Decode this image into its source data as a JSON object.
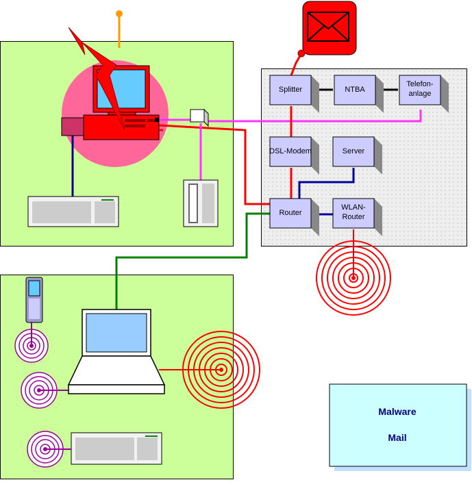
{
  "network_boxes": {
    "splitter": "Splitter",
    "ntba": "NTBA",
    "telefon_line1": "Telefon-",
    "telefon_line2": "anlage",
    "dsl_modem": "DSL-Modem",
    "server": "Server",
    "router": "Router",
    "wlan_line1": "WLAN-",
    "wlan_line2": "Router"
  },
  "legend": {
    "line1": "Malware",
    "line2": "Mail"
  },
  "colors": {
    "zone_green": "#ccff99",
    "server_room": "#eeeeee",
    "box_face": "#ccccff",
    "pink_circle": "#ff6699",
    "cable_red": "#ff0000",
    "cable_magenta": "#ff33ff",
    "cable_blue": "#000099",
    "cable_green": "#008000",
    "cable_orange": "#ff9900",
    "wireless_purple": "#990099",
    "legend_fill": "#ccffff",
    "legend_text": "#000080"
  }
}
